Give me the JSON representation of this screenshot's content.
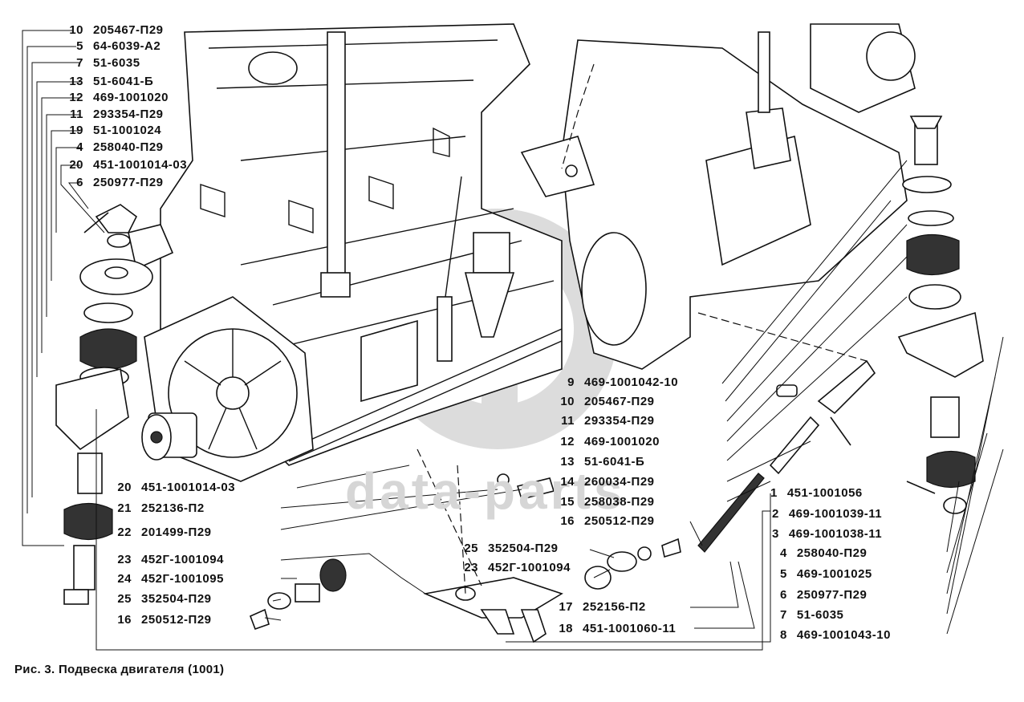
{
  "caption": "Рис. 3. Подвеска двигателя (1001)",
  "watermark": "data-parts",
  "labels_top_left": [
    {
      "num": "10",
      "part": "205467-П29"
    },
    {
      "num": "5",
      "part": "64-6039-А2"
    },
    {
      "num": "7",
      "part": "51-6035"
    },
    {
      "num": "13",
      "part": "51-6041-Б"
    },
    {
      "num": "12",
      "part": "469-1001020"
    },
    {
      "num": "11",
      "part": "293354-П29"
    },
    {
      "num": "19",
      "part": "51-1001024"
    },
    {
      "num": "4",
      "part": "258040-П29"
    },
    {
      "num": "20",
      "part": "451-1001014-03"
    },
    {
      "num": "6",
      "part": "250977-П29"
    }
  ],
  "labels_center": [
    {
      "num": "9",
      "part": "469-1001042-10"
    },
    {
      "num": "10",
      "part": "205467-П29"
    },
    {
      "num": "11",
      "part": "293354-П29"
    },
    {
      "num": "12",
      "part": "469-1001020"
    },
    {
      "num": "13",
      "part": "51-6041-Б"
    },
    {
      "num": "14",
      "part": "260034-П29"
    },
    {
      "num": "15",
      "part": "258038-П29"
    },
    {
      "num": "16",
      "part": "250512-П29"
    }
  ],
  "labels_bottom_left": [
    {
      "num": "20",
      "part": "451-1001014-03"
    },
    {
      "num": "21",
      "part": "252136-П2"
    },
    {
      "num": "22",
      "part": "201499-П29"
    },
    {
      "num": "23",
      "part": "452Г-1001094"
    },
    {
      "num": "24",
      "part": "452Г-1001095"
    },
    {
      "num": "25",
      "part": "352504-П29"
    },
    {
      "num": "16",
      "part": "250512-П29"
    }
  ],
  "labels_bottom_center": [
    {
      "num": "25",
      "part": "352504-П29"
    },
    {
      "num": "23",
      "part": "452Г-1001094"
    },
    {
      "num": "17",
      "part": "252156-П2"
    },
    {
      "num": "18",
      "part": "451-1001060-11"
    }
  ],
  "labels_right": [
    {
      "num": "1",
      "part": "451-1001056"
    },
    {
      "num": "2",
      "part": "469-1001039-11"
    },
    {
      "num": "3",
      "part": "469-1001038-11"
    },
    {
      "num": "4",
      "part": "258040-П29"
    },
    {
      "num": "5",
      "part": "469-1001025"
    },
    {
      "num": "6",
      "part": "250977-П29"
    },
    {
      "num": "7",
      "part": "51-6035"
    },
    {
      "num": "8",
      "part": "469-1001043-10"
    }
  ]
}
